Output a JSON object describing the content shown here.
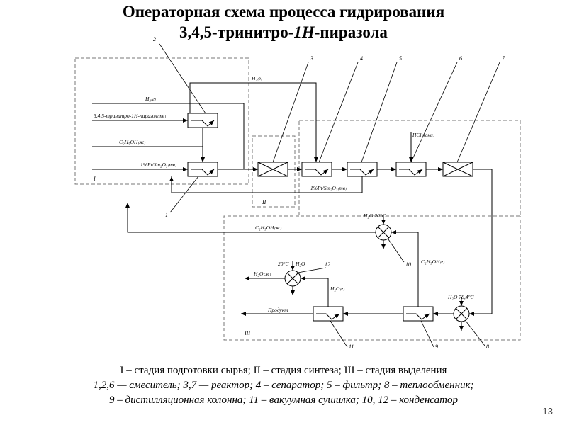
{
  "title": {
    "line1": "Операторная схема процесса гидрирования",
    "line2_prefix": "3,4,5-тринитро-",
    "line2_italic": "1Н",
    "line2_suffix": "-пиразола"
  },
  "diagram": {
    "stage_labels": [
      "I",
      "II",
      "III"
    ],
    "equipment_numbers": [
      "1",
      "2",
      "3",
      "4",
      "5",
      "6",
      "7",
      "8",
      "9",
      "10",
      "11",
      "12"
    ],
    "streams": {
      "h2_top": "H₂₍г₎",
      "h2_in": "H₂₍г₎",
      "trinitro": "3,4,5-тринитро-1Н-пиразол₍тв₎",
      "ethanol_in": "C₂H₅OH₍ж₎",
      "catalyst_in": "1%Pt/Sm₂O₃₍тв₎",
      "catalyst_return": "1%Pt/Sm₂O₃₍тв₎",
      "hcl": "HCl₍конц₎",
      "ethanol_recycle": "C₂H₅OH₍ж₎",
      "ethanol_vapor": "C₂H₅OH₍г₎",
      "water_in_cond": "H₂O  20°C",
      "water_12": "H₂O",
      "temp_12": "20°C",
      "water_liquid": "H₂O₍ж₎",
      "water_vapor": "H₂O₍г₎",
      "heat_8": "H₂O  78,4°C",
      "product": "Продукт"
    }
  },
  "legend": {
    "line1": "I – стадия подготовки сырья; II – стадия синтеза; III – стадия выделения",
    "line2": "1,2,6 — смеситель; 3,7 — реактор; 4 – сепаратор; 5 – фильтр; 8 – теплообменник;",
    "line3": "9 – дистилляционная колонна; 11 – вакуумная сушилка; 10, 12 – конденсатор"
  },
  "page_number": "13"
}
